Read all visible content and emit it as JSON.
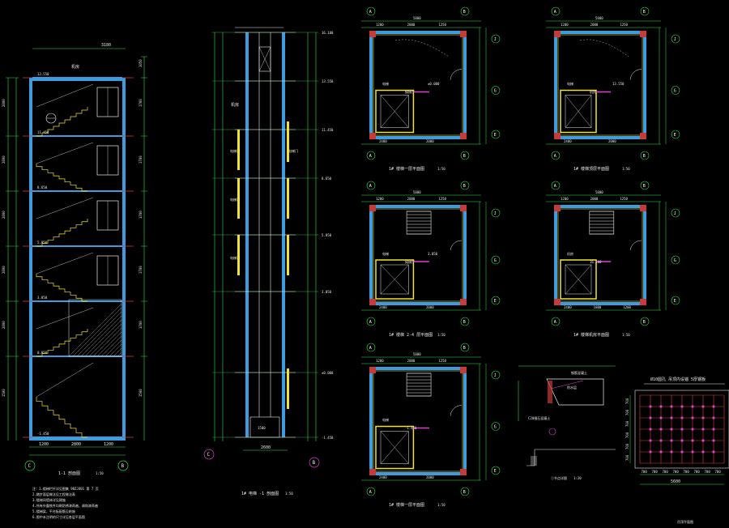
{
  "colors": {
    "background": "#000000",
    "wall": "#3d9be0",
    "grid_line": "#e23b3b",
    "dimension": "#2ee04a",
    "text": "#e8e8e8",
    "window": "#f2e22b",
    "accent_magenta": "#e040d0",
    "column_fill": "#c33b3b"
  },
  "section_view": {
    "title": "1-1 剖面图",
    "scale": "1:50",
    "top_dim": "3180",
    "axis_left": "C",
    "axis_right": "B",
    "bottom_dims": [
      "1200",
      "2800",
      "1200"
    ],
    "floor_marks": [
      "13.550",
      "11.450",
      "8.650",
      "5.850",
      "3.050",
      "0.050",
      "-1.450"
    ],
    "left_dims": [
      "2800",
      "2800",
      "2800",
      "2800",
      "2800",
      "1500"
    ],
    "right_dims": [
      "1050",
      "1700",
      "1700",
      "1700",
      "1700",
      "1700",
      "1500"
    ],
    "label_roof": "机房",
    "note_lines": [
      "注：1.楼梯栏杆详见图集 98ZJ401 第 7 页",
      "2.踏步面层做法见工程做法表",
      "3.楼梯间墙体详见建施",
      "4.所有外露铁件均刷防锈漆两遍，调和漆两遍",
      "5.楼梯梁，平台板配筋见结施",
      "6.图中未注明的尺寸详见各层平面图"
    ]
  },
  "elevation_view": {
    "title": "1# 电梯 -1 剖面图",
    "scale": "1:50",
    "axis_left": "C",
    "axis_right": "B",
    "bottom_dim": "2600",
    "floor_marks": [
      "16.100",
      "13.550",
      "11.450",
      "8.650",
      "5.850",
      "3.050",
      "±0.000",
      "-1.450"
    ],
    "labels": [
      "机房",
      "电梯门",
      "电梯门",
      "电梯门",
      "电梯门"
    ],
    "pit_label": "1500"
  },
  "plans": [
    {
      "id": "plan-a",
      "title": "1# 楼梯一层平面图",
      "scale": "1:50",
      "axes_top": [
        "A",
        "B"
      ],
      "axes_side": [
        "J",
        "G",
        "E"
      ],
      "top_dims": [
        "1200",
        "2000",
        "1250"
      ],
      "bottom_dims": [
        "2400",
        "2000"
      ],
      "overall": "5800",
      "labels": [
        "电梯",
        "候梯厅",
        "±0.000"
      ]
    },
    {
      "id": "plan-b",
      "title": "1# 楼梯顶层平面图",
      "scale": "1:50",
      "axes_top": [
        "A",
        "B"
      ],
      "axes_side": [
        "J",
        "G",
        "E"
      ],
      "top_dims": [
        "1200",
        "2000",
        "1250"
      ],
      "bottom_dims": [
        "2400",
        "2000"
      ],
      "overall": "5800",
      "labels": [
        "电梯",
        "机房",
        "13.550"
      ]
    },
    {
      "id": "plan-c",
      "title": "1# 楼梯 2-4 层平面图",
      "scale": "1:50",
      "axes_top": [
        "A",
        "B"
      ],
      "axes_side": [
        "J",
        "G",
        "E"
      ],
      "top_dims": [
        "1200",
        "2000",
        "1250"
      ],
      "bottom_dims": [
        "2400",
        "2000"
      ],
      "overall": "5800",
      "labels": [
        "电梯",
        "候梯厅",
        "3.050"
      ]
    },
    {
      "id": "plan-d",
      "title": "1# 楼梯机房平面图",
      "scale": "1:50",
      "axes_top": [
        "A",
        "B"
      ],
      "axes_side": [
        "J",
        "G",
        "E"
      ],
      "top_dims": [
        "1200",
        "2000",
        "1250"
      ],
      "bottom_dims": [
        "2400",
        "1800",
        "1200"
      ],
      "overall": "5800",
      "labels": [
        "机房",
        "16.100"
      ]
    },
    {
      "id": "plan-e",
      "title": "1# 楼梯一层平面图",
      "scale": "1:50",
      "axes_top": [
        "A",
        "B"
      ],
      "axes_side": [
        "J",
        "G",
        "E"
      ],
      "top_dims": [
        "1200",
        "2000",
        "1250"
      ],
      "bottom_dims": [
        "2400",
        "2000"
      ],
      "overall": "5800",
      "labels": [
        "电梯",
        "-1.450"
      ]
    }
  ],
  "detail_view": {
    "title": "①节点详图",
    "scale": "1:20",
    "labels": [
      "钢筋混凝土",
      "防水层",
      "C20细石混凝土"
    ]
  },
  "grid_view": {
    "title": "吊顶平面图",
    "header_text": "Ø10圆孔  吊顶内设锚  5厚钢板",
    "cell_dims": [
      "700",
      "700",
      "700",
      "700",
      "700",
      "700",
      "700",
      "700"
    ],
    "overall": "5600",
    "side_dims": [
      "700",
      "700",
      "700",
      "700",
      "700",
      "700"
    ],
    "rows": 6,
    "cols": 8
  }
}
